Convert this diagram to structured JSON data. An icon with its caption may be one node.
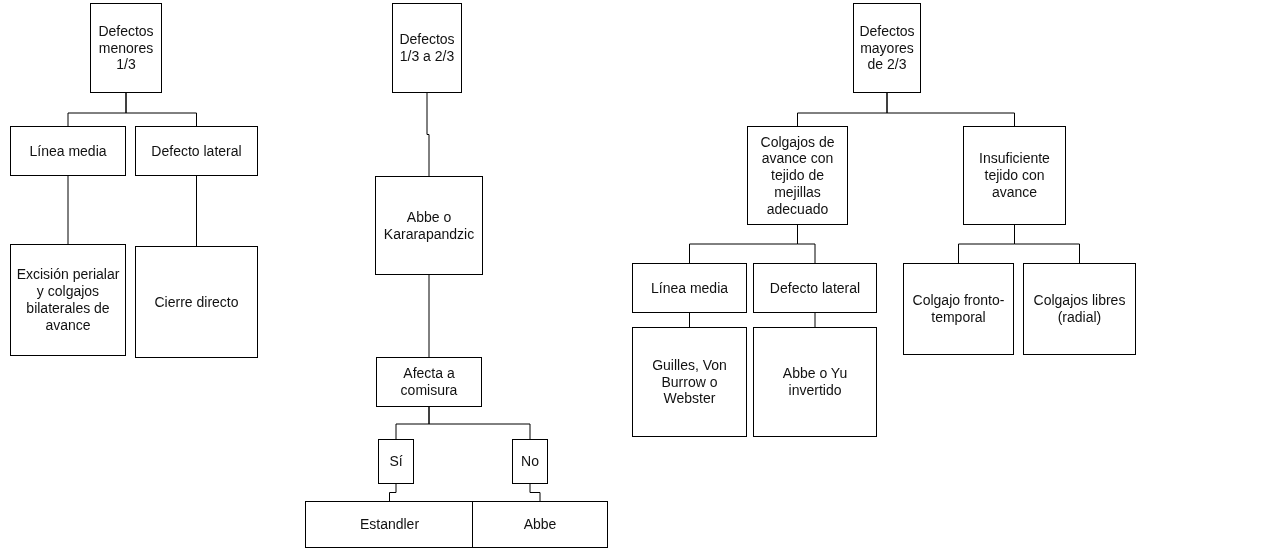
{
  "diagram": {
    "nodes": [
      {
        "text": [
          "Defectos menores 1/3"
        ]
      },
      {
        "text": [
          "Línea media"
        ]
      },
      {
        "text": [
          "Defecto lateral"
        ]
      },
      {
        "text": [
          "Excisión perialar y colgajos bilaterales de avance"
        ]
      },
      {
        "text": [
          "Cierre directo"
        ]
      },
      {
        "text": [
          "Defectos 1/3 a 2/3"
        ]
      },
      {
        "text": [
          "Abbe o Kararapandzic"
        ]
      },
      {
        "text": [
          "Afecta a comisura"
        ]
      },
      {
        "text": [
          "Sí"
        ]
      },
      {
        "text": [
          "No"
        ]
      },
      {
        "text": [
          "Estandler"
        ]
      },
      {
        "text": [
          "Abbe"
        ]
      },
      {
        "text": [
          "Defectos mayores de 2/3"
        ]
      },
      {
        "text": [
          "Colgajos de avance con tejido de mejillas adecuado"
        ]
      },
      {
        "text": [
          "Insuficiente tejido con avance"
        ]
      },
      {
        "text": [
          "Línea media"
        ]
      },
      {
        "text": [
          "Defecto lateral"
        ]
      },
      {
        "text": [
          "Guilles, Von Burrow o Webster"
        ]
      },
      {
        "text": [
          "Abbe o Yu invertido"
        ]
      },
      {
        "text": [
          "Colgajo fronto-temporal"
        ]
      },
      {
        "text": [
          "Colgajos libres (radial)"
        ]
      }
    ],
    "edges": [
      {
        "from": 0,
        "to": 1,
        "arrow": "none"
      },
      {
        "from": 0,
        "to": 2,
        "arrow": "none"
      },
      {
        "from": 1,
        "to": 3,
        "arrow": "none"
      },
      {
        "from": 2,
        "to": 4,
        "arrow": "none"
      },
      {
        "from": 5,
        "to": 6,
        "arrow": "none"
      },
      {
        "from": 6,
        "to": 7,
        "arrow": "none"
      },
      {
        "from": 7,
        "to": 8,
        "arrow": "none"
      },
      {
        "from": 7,
        "to": 9,
        "arrow": "none"
      },
      {
        "from": 8,
        "to": 10,
        "arrow": "none"
      },
      {
        "from": 9,
        "to": 11,
        "arrow": "none"
      },
      {
        "from": 12,
        "to": 13,
        "arrow": "none"
      },
      {
        "from": 12,
        "to": 14,
        "arrow": "none"
      },
      {
        "from": 13,
        "to": 15,
        "arrow": "none"
      },
      {
        "from": 13,
        "to": 16,
        "arrow": "none"
      },
      {
        "from": 15,
        "to": 17,
        "arrow": "none"
      },
      {
        "from": 16,
        "to": 18,
        "arrow": "none"
      },
      {
        "from": 14,
        "to": 19,
        "arrow": "none"
      },
      {
        "from": 14,
        "to": 20,
        "arrow": "none"
      }
    ]
  }
}
